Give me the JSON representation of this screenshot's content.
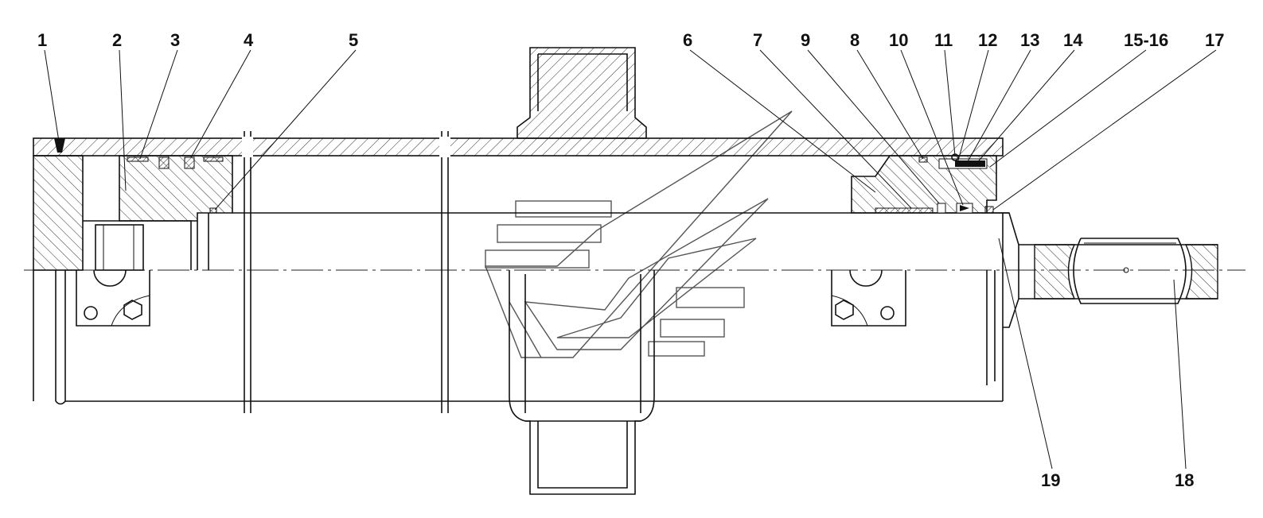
{
  "drawing": {
    "type": "hydraulic cylinder assembly section view",
    "part_labels_top": [
      "1",
      "2",
      "3",
      "4",
      "5",
      "6",
      "7",
      "9",
      "8",
      "10",
      "11",
      "12",
      "13",
      "14",
      "15-16",
      "17"
    ],
    "part_labels_bottom": [
      "19",
      "18"
    ]
  }
}
